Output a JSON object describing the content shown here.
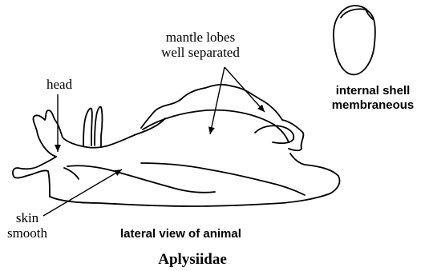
{
  "labels": {
    "mantle_lobes_line1": "mantle lobes",
    "mantle_lobes_line2": "well separated",
    "head": "head",
    "skin_line1": "skin",
    "skin_line2": "smooth",
    "internal_shell_line1": "internal shell",
    "internal_shell_line2": "membraneous",
    "lateral_view": "lateral view of animal",
    "family_name": "Aplysiidae"
  },
  "colors": {
    "ink": "#000000",
    "background": "#ffffff"
  }
}
